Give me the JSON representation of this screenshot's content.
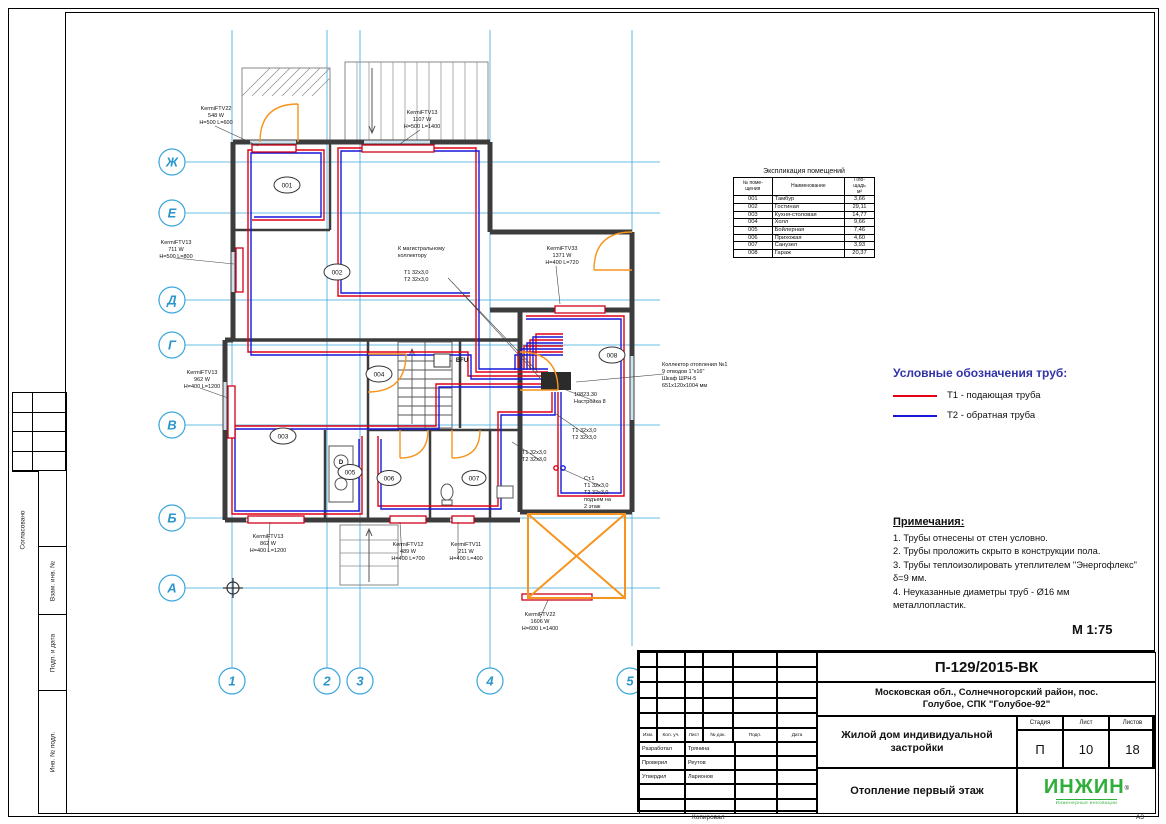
{
  "colors": {
    "axis_blue": "#3aa6dc",
    "wall": "#3c3c3c",
    "pipe_supply_red": "#e10014",
    "pipe_return_blue": "#1717d8",
    "door_orange": "#f7941d",
    "logo_green": "#2fae39"
  },
  "axes": {
    "rows": [
      "Ж",
      "Е",
      "Д",
      "Г",
      "В",
      "Б",
      "А"
    ],
    "cols": [
      "1",
      "2",
      "3",
      "4",
      "5"
    ]
  },
  "plan": {
    "rooms": [
      "001",
      "002",
      "003",
      "004",
      "005",
      "006",
      "007",
      "008"
    ],
    "radiators": [
      {
        "lines": [
          "KermiFTV22",
          "548 W",
          "H=500 L=600"
        ]
      },
      {
        "lines": [
          "KermiFTV13",
          "1107 W",
          "H=500 L=1400"
        ]
      },
      {
        "lines": [
          "KermiFTV13",
          "711 W",
          "H=500 L=800"
        ]
      },
      {
        "lines": [
          "KermiFTV33",
          "1371 W",
          "H=400 L=720"
        ]
      },
      {
        "lines": [
          "KermiFTV13",
          "962 W",
          "H=400 L=1200"
        ]
      },
      {
        "lines": [
          "KermiFTV13",
          "862 W",
          "H=400 L=1200"
        ]
      },
      {
        "lines": [
          "KermiFTV12",
          "489 W",
          "H=400 L=700"
        ]
      },
      {
        "lines": [
          "KermiFTV11",
          "211 W",
          "H=400 L=400"
        ]
      },
      {
        "lines": [
          "KermiFTV22",
          "1606 W",
          "H=600 L=1400"
        ]
      }
    ],
    "annotations": {
      "to_main_1": "К магистральному",
      "to_main_2": "коллектору",
      "main_t1": "Т1 32х3,0",
      "main_t2": "Т2 32х3,0",
      "collector_1": "Коллектор отопления №1",
      "collector_2": "9 отводов 1\"х16\"",
      "collector_3": "Шкаф ШРН-5",
      "collector_4": "651х120х1004 мм",
      "valve_1": "10823.30",
      "valve_2": "Настройка 8",
      "pipe1_t1": "Т1 32х3,0",
      "pipe1_t2": "Т2 32х3,0",
      "pipe2_t1": "Т1 32х3,0",
      "pipe2_t2": "Т2 32х3,0",
      "riser_1": "Ст.1",
      "riser_2": "Т1 32х3,0",
      "riser_3": "Т2 32х3,0",
      "riser_4": "подъем на",
      "riser_5": "2 этаж",
      "bfu": "BFU",
      "boiler_d": "D"
    }
  },
  "explication": {
    "title": "Экспликация помещений",
    "headers": [
      "№ поме-\nщения",
      "Наименование",
      "Пло-\nщадь\nм²"
    ],
    "rows": [
      {
        "num": "001",
        "name": "Тамбур",
        "area": "3,66"
      },
      {
        "num": "002",
        "name": "Гостиная",
        "area": "29,11"
      },
      {
        "num": "003",
        "name": "Кухня-столовая",
        "area": "14,77"
      },
      {
        "num": "004",
        "name": "Холл",
        "area": "9,66"
      },
      {
        "num": "005",
        "name": "Бойлерная",
        "area": "7,46"
      },
      {
        "num": "006",
        "name": "Прихожая",
        "area": "4,60"
      },
      {
        "num": "007",
        "name": "Санузел",
        "area": "3,93"
      },
      {
        "num": "008",
        "name": "Гараж",
        "area": "20,37"
      }
    ]
  },
  "legend": {
    "title": "Условные обозначения труб:",
    "items": [
      {
        "label": "Т1 - подающая труба"
      },
      {
        "label": "Т2 - обратная труба"
      }
    ]
  },
  "notes": {
    "title": "Примечания:",
    "items": [
      "1. Трубы отнесены от стен условно.",
      "2. Трубы проложить скрыто в конструкции пола.",
      "3. Трубы теплоизолировать утеплителем \"Энергофлекс\" δ=9 мм.",
      "4. Неуказанные диаметры труб - Ø16 мм металлопластик."
    ],
    "scale": "М 1:75"
  },
  "title_block": {
    "doc_number": "П-129/2015-ВК",
    "address_line1": "Московская обл., Солнечногорский район, пос.",
    "address_line2": "Голубое, СПК \"Голубое-92\"",
    "object_name": "Жилой дом индивидуальной застройки",
    "stage_label": "Стадия",
    "stage": "П",
    "sheet_label": "Лист",
    "sheet": "10",
    "sheets_label": "Листов",
    "sheets": "18",
    "drawing_title": "Отопление первый этаж",
    "header_cells": [
      "Изм.",
      "Кол. уч.",
      "Лист",
      "№ док.",
      "Подп.",
      "Дата"
    ],
    "roles": [
      {
        "role": "Разработал",
        "name": "Трянина"
      },
      {
        "role": "Проверил",
        "name": "Реутов"
      },
      {
        "role": "Утвердил",
        "name": "Ларионов"
      }
    ],
    "logo_text": "ИНЖИН",
    "logo_reg": "®",
    "logo_sub": "Инженерные инновации",
    "copied_label": "Копировал",
    "format_label": "А3"
  },
  "side_strips": {
    "agreed": "Согласовано",
    "labels": [
      "Взам. инв. №",
      "Подп. и дата",
      "Инв. № подл."
    ]
  }
}
